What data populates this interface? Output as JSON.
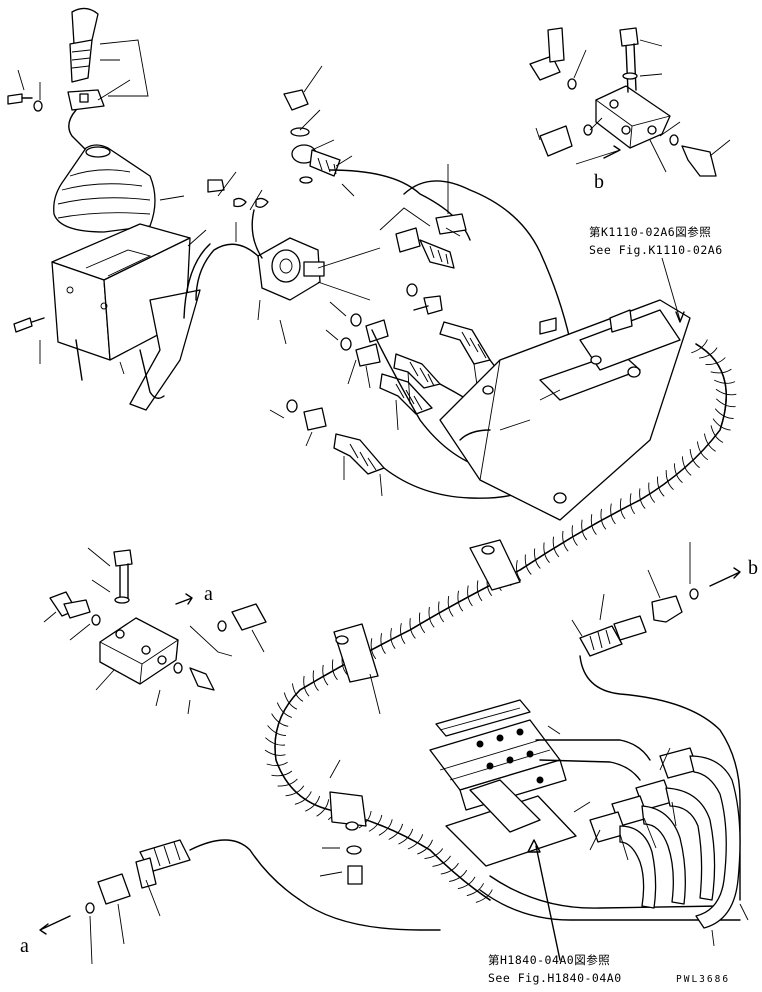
{
  "references": {
    "top": {
      "line1": "第K1110-02A6図参照",
      "line2": "See Fig.K1110-02A6"
    },
    "bottom": {
      "line1": "第H1840-04A0図参照",
      "line2": "See Fig.H1840-04A0"
    }
  },
  "markers": {
    "a_upper": "a",
    "b_upper": "b",
    "b_right": "b",
    "a_lower": "a"
  },
  "drawing_code": "PWL3686"
}
